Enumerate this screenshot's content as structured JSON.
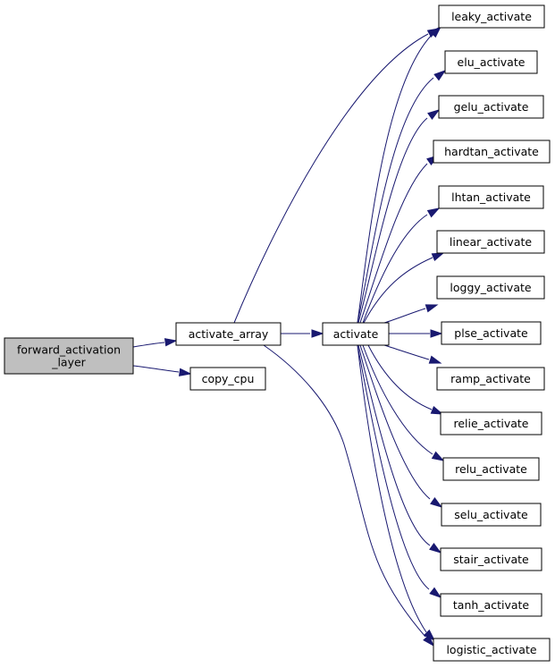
{
  "graph": {
    "edge_color": "#191970",
    "root_fill": "#bfbfbf",
    "nodes": {
      "forward_activation_layer": {
        "lines": [
          "forward_activation",
          "_layer"
        ],
        "root": true
      },
      "activate_array": {
        "lines": [
          "activate_array"
        ]
      },
      "copy_cpu": {
        "lines": [
          "copy_cpu"
        ]
      },
      "activate": {
        "lines": [
          "activate"
        ]
      },
      "leaky_activate": {
        "lines": [
          "leaky_activate"
        ]
      },
      "elu_activate": {
        "lines": [
          "elu_activate"
        ]
      },
      "gelu_activate": {
        "lines": [
          "gelu_activate"
        ]
      },
      "hardtan_activate": {
        "lines": [
          "hardtan_activate"
        ]
      },
      "lhtan_activate": {
        "lines": [
          "lhtan_activate"
        ]
      },
      "linear_activate": {
        "lines": [
          "linear_activate"
        ]
      },
      "loggy_activate": {
        "lines": [
          "loggy_activate"
        ]
      },
      "plse_activate": {
        "lines": [
          "plse_activate"
        ]
      },
      "ramp_activate": {
        "lines": [
          "ramp_activate"
        ]
      },
      "relie_activate": {
        "lines": [
          "relie_activate"
        ]
      },
      "relu_activate": {
        "lines": [
          "relu_activate"
        ]
      },
      "selu_activate": {
        "lines": [
          "selu_activate"
        ]
      },
      "stair_activate": {
        "lines": [
          "stair_activate"
        ]
      },
      "tanh_activate": {
        "lines": [
          "tanh_activate"
        ]
      },
      "logistic_activate": {
        "lines": [
          "logistic_activate"
        ]
      }
    },
    "edges": [
      [
        "forward_activation_layer",
        "activate_array"
      ],
      [
        "forward_activation_layer",
        "copy_cpu"
      ],
      [
        "activate_array",
        "activate"
      ],
      [
        "activate_array",
        "leaky_activate"
      ],
      [
        "activate_array",
        "logistic_activate"
      ],
      [
        "activate",
        "leaky_activate"
      ],
      [
        "activate",
        "elu_activate"
      ],
      [
        "activate",
        "gelu_activate"
      ],
      [
        "activate",
        "hardtan_activate"
      ],
      [
        "activate",
        "lhtan_activate"
      ],
      [
        "activate",
        "linear_activate"
      ],
      [
        "activate",
        "loggy_activate"
      ],
      [
        "activate",
        "plse_activate"
      ],
      [
        "activate",
        "ramp_activate"
      ],
      [
        "activate",
        "relie_activate"
      ],
      [
        "activate",
        "relu_activate"
      ],
      [
        "activate",
        "selu_activate"
      ],
      [
        "activate",
        "stair_activate"
      ],
      [
        "activate",
        "tanh_activate"
      ],
      [
        "activate",
        "logistic_activate"
      ]
    ]
  }
}
